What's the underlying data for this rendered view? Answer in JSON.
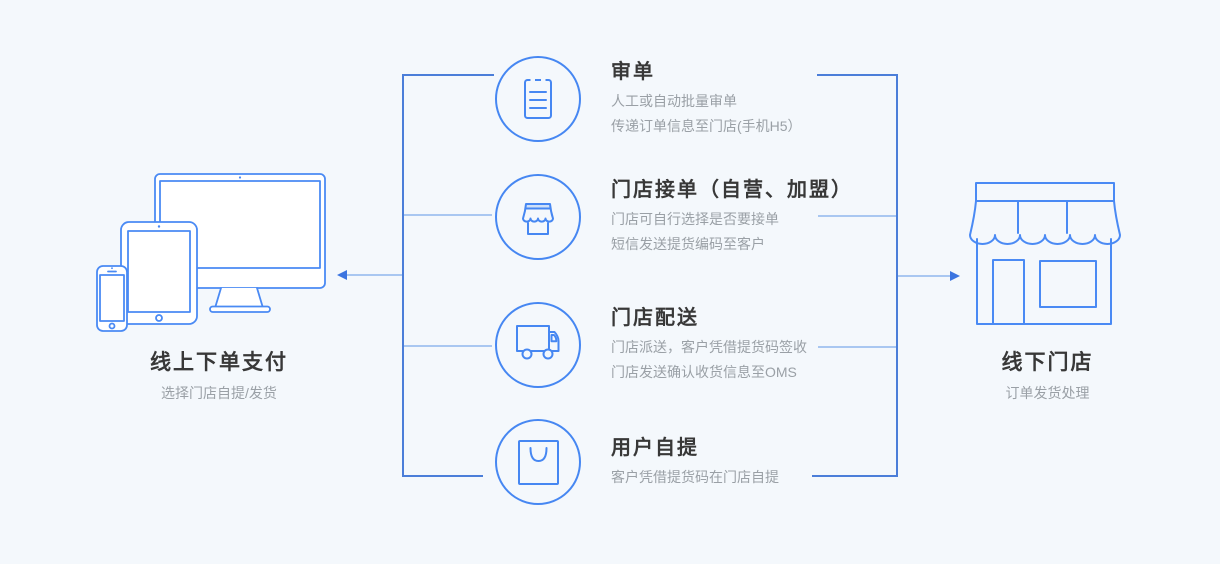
{
  "colors": {
    "background": "#f4f8fc",
    "primary_blue": "#4687f2",
    "illustration_blue": "#4a8af4",
    "bracket_line": "#4b7ed9",
    "light_line": "#a9c7f1",
    "arrow_head": "#3b74e0",
    "title_text": "#383838",
    "body_text": "#9aa0a6",
    "awning_stripe": "#cfe0f8"
  },
  "left_node": {
    "illustration": "devices-illustration",
    "title": "线上下单支付",
    "subtitle": "选择门店自提/发货"
  },
  "right_node": {
    "illustration": "store-illustration",
    "title": "线下门店",
    "subtitle": "订单发货处理"
  },
  "steps": [
    {
      "icon": "document-icon",
      "title": "审单",
      "lines": [
        "人工或自动批量审单",
        "传递订单信息至门店(手机H5）"
      ]
    },
    {
      "icon": "storefront-icon",
      "title": "门店接单（自营、加盟）",
      "lines": [
        "门店可自行选择是否要接单",
        "短信发送提货编码至客户"
      ]
    },
    {
      "icon": "truck-icon",
      "title": "门店配送",
      "lines": [
        "门店派送，客户凭借提货码签收",
        "门店发送确认收货信息至OMS"
      ]
    },
    {
      "icon": "shopping-bag-icon",
      "title": "用户自提",
      "lines": [
        "客户凭借提货码在门店自提"
      ]
    }
  ]
}
